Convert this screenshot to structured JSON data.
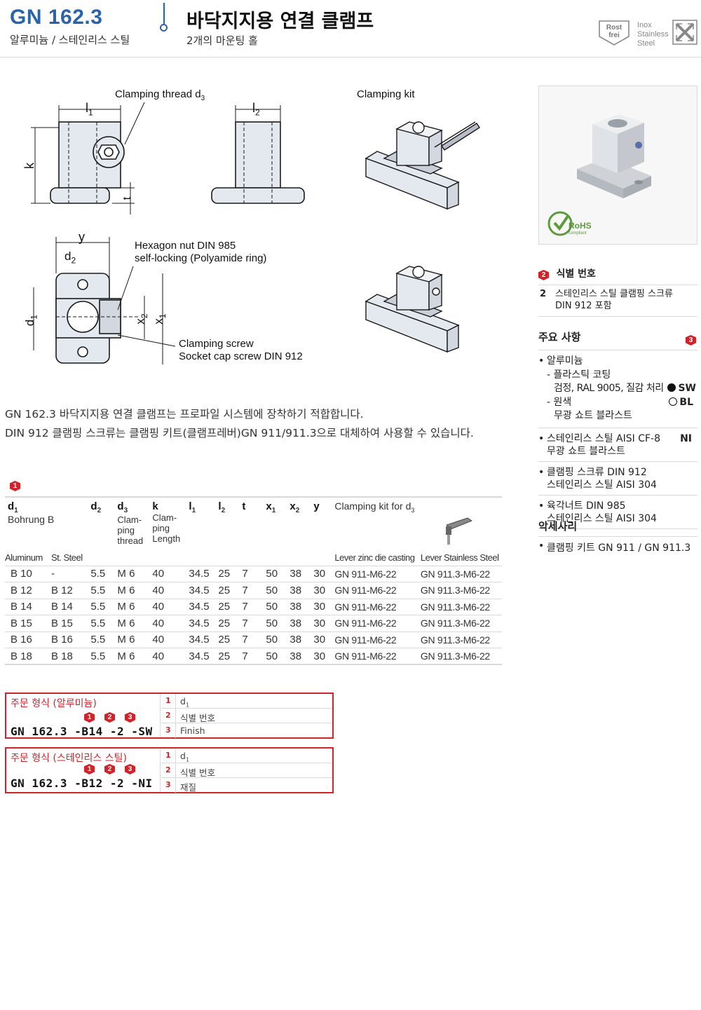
{
  "header": {
    "code": "GN 162.3",
    "code_sub": "알루미늄 / 스테인리스 스틸",
    "title": "바닥지지용 연결 클램프",
    "subtitle": "2개의 마운팅 홀",
    "badge_rost_top": "Rost",
    "badge_rost_bottom": "frei",
    "badge_inox": [
      "Inox",
      "Stainless",
      "Steel"
    ]
  },
  "drawings": {
    "clamping_thread": "Clamping thread d",
    "clamping_thread_sub": "3",
    "l1": "l",
    "l1_sub": "1",
    "l2": "l",
    "l2_sub": "2",
    "k": "k",
    "t": "t",
    "clamping_kit": "Clamping kit",
    "y": "y",
    "d2": "d",
    "d2_sub": "2",
    "d1": "d",
    "d1_sub": "1",
    "x2": "x",
    "x2_sub": "2",
    "x1": "x",
    "x1_sub": "1",
    "hex_nut_1": "Hexagon nut  DIN 985",
    "hex_nut_2": "self-locking (Polyamide ring)",
    "clamp_screw_1": "Clamping screw",
    "clamp_screw_2": "Socket cap screw DIN 912"
  },
  "photo": {
    "rohs": "RoHS",
    "rohs_sub": "compliant"
  },
  "identification": {
    "badge": "2",
    "title": "식별 번호",
    "rows": [
      {
        "num": "2",
        "text_1": "스테인리스 스틸 클램핑 스크류",
        "text_2": "DIN 912 포함"
      }
    ]
  },
  "specs": {
    "title": "주요 사항",
    "badge": "3",
    "items": [
      {
        "lines": [
          "알루미늄",
          "- 플라스틱 코팅",
          "검정, RAL 9005, 질감 처리",
          "- 원색",
          "무광 쇼트 블라스트"
        ],
        "codes": [
          "SW",
          "BL"
        ]
      },
      {
        "lines": [
          "스테인리스 스틸 AISI CF-8",
          "무광 쇼트 블라스트"
        ],
        "code": "NI"
      },
      {
        "lines": [
          "클램핑 스크류 DIN 912",
          "스테인리스 스틸 AISI 304"
        ]
      },
      {
        "lines": [
          "육각너트 DIN 985",
          "스테인리스 스틸 AISI 304"
        ]
      }
    ]
  },
  "accessories": {
    "title": "악세사리",
    "items": [
      "클램핑 키트 GN 911 / GN 911.3"
    ]
  },
  "description": {
    "line1": "GN 162.3 바닥지지용 연결 클램프는 프로파일 시스템에 장착하기 적합합니다.",
    "line2": "DIN 912 클램핑 스크류는 클램핑 키트(클램프레버)GN 911/911.3으로 대체하여 사용할 수 있습니다."
  },
  "table": {
    "badge": "1",
    "head": {
      "d1": "d",
      "d1_sub": "1",
      "bohrung": "Bohrung B",
      "d2": "d",
      "d2_sub": "2",
      "d3": "d",
      "d3_sub": "3",
      "d3_desc": [
        "Clam-",
        "ping",
        "thread"
      ],
      "k": "k",
      "k_desc": [
        "Clam-",
        "ping",
        "Length"
      ],
      "l1": "l",
      "l1_sub": "1",
      "l2": "l",
      "l2_sub": "2",
      "t": "t",
      "x1": "x",
      "x1_sub": "1",
      "x2": "x",
      "x2_sub": "2",
      "y": "y",
      "kit": "Clamping kit for d",
      "kit_sub": "3",
      "alu": "Aluminum",
      "steel": "St. Steel",
      "lever_zinc": "Lever zinc die casting",
      "lever_steel": "Lever Stainless Steel"
    },
    "rows": [
      [
        "B 10",
        "-",
        "5.5",
        "M 6",
        "40",
        "34.5",
        "25",
        "7",
        "50",
        "38",
        "30",
        "GN 911-M6-22",
        "GN 911.3-M6-22"
      ],
      [
        "B 12",
        "B 12",
        "5.5",
        "M 6",
        "40",
        "34.5",
        "25",
        "7",
        "50",
        "38",
        "30",
        "GN 911-M6-22",
        "GN 911.3-M6-22"
      ],
      [
        "B 14",
        "B 14",
        "5.5",
        "M 6",
        "40",
        "34.5",
        "25",
        "7",
        "50",
        "38",
        "30",
        "GN 911-M6-22",
        "GN 911.3-M6-22"
      ],
      [
        "B 15",
        "B 15",
        "5.5",
        "M 6",
        "40",
        "34.5",
        "25",
        "7",
        "50",
        "38",
        "30",
        "GN 911-M6-22",
        "GN 911.3-M6-22"
      ],
      [
        "B 16",
        "B 16",
        "5.5",
        "M 6",
        "40",
        "34.5",
        "25",
        "7",
        "50",
        "38",
        "30",
        "GN 911-M6-22",
        "GN 911.3-M6-22"
      ],
      [
        "B 18",
        "B 18",
        "5.5",
        "M 6",
        "40",
        "34.5",
        "25",
        "7",
        "50",
        "38",
        "30",
        "GN 911-M6-22",
        "GN 911.3-M6-22"
      ]
    ]
  },
  "orders": [
    {
      "title": "주문 형식 (알루미늄)",
      "code": "GN  162.3  -B14 -2 -SW",
      "badges": [
        "1",
        "2",
        "3"
      ],
      "rows": [
        {
          "num": "1",
          "text": "d",
          "sub": "1"
        },
        {
          "num": "2",
          "text": "식별 번호"
        },
        {
          "num": "3",
          "text": "Finish"
        }
      ]
    },
    {
      "title": "주문 형식 (스테인리스 스틸)",
      "code": "GN  162.3  -B12 -2 -NI",
      "badges": [
        "1",
        "2",
        "3"
      ],
      "rows": [
        {
          "num": "1",
          "text": "d",
          "sub": "1"
        },
        {
          "num": "2",
          "text": "식별 번호"
        },
        {
          "num": "3",
          "text": "재질"
        }
      ]
    }
  ]
}
